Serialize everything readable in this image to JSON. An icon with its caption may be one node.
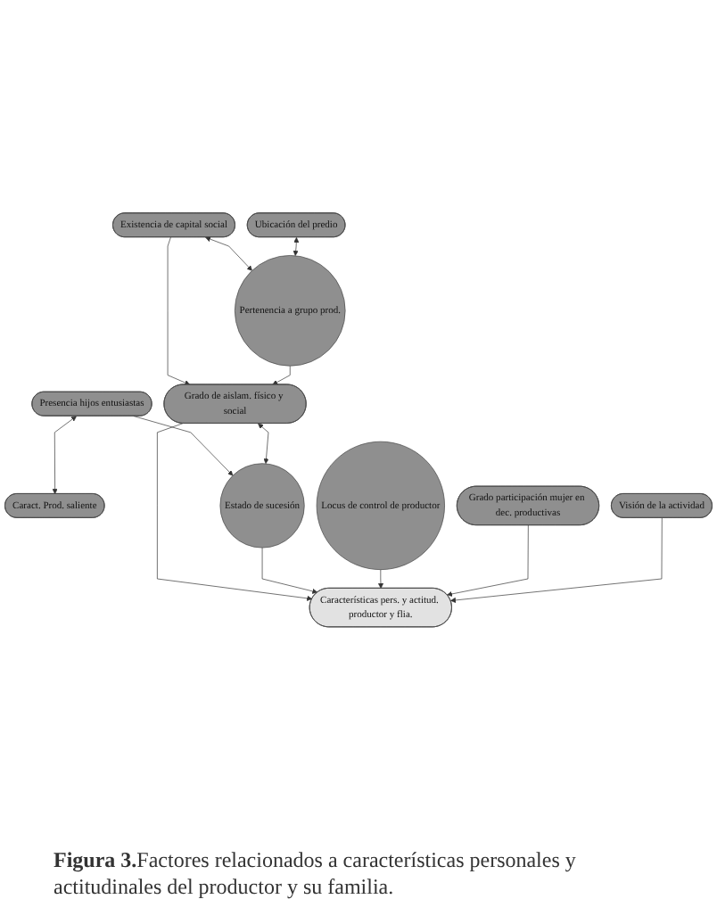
{
  "diagram": {
    "caption": "**Figura 3.**Factores relacionados a características personales y actitudinales del productor y su familia.",
    "nodes": [
      {
        "text": [
          "Existencia de capital social"
        ]
      },
      {
        "text": [
          "Pertenencia a grupo prod."
        ]
      },
      {
        "text": [
          "Ubicación del predio"
        ]
      },
      {
        "text": [
          "Presencia hijos entusiastas"
        ]
      },
      {
        "text": [
          "Caract. Prod. saliente"
        ]
      },
      {
        "text": [
          "Grado de aislam. físico y social"
        ]
      },
      {
        "text": [
          "Estado de sucesión"
        ]
      },
      {
        "text": [
          "Locus de control de productor"
        ]
      },
      {
        "text": [
          "Características pers. y actitud. productor y flia."
        ]
      },
      {
        "text": [
          "Grado participación mujer en dec. productivas"
        ]
      },
      {
        "text": [
          "Visión de la actividad"
        ]
      }
    ],
    "edges": [
      {
        "from": 0,
        "to": 1,
        "arrow": "both"
      },
      {
        "from": 2,
        "to": 1,
        "arrow": "both"
      },
      {
        "from": 3,
        "to": 4,
        "arrow": "both"
      },
      {
        "from": 0,
        "to": 5,
        "arrow": "to"
      },
      {
        "from": 1,
        "to": 5,
        "arrow": "to"
      },
      {
        "from": 3,
        "to": 6,
        "arrow": "to"
      },
      {
        "from": 5,
        "to": 6,
        "arrow": "both"
      },
      {
        "from": 5,
        "to": 8,
        "arrow": "to"
      },
      {
        "from": 6,
        "to": 8,
        "arrow": "to"
      },
      {
        "from": 7,
        "to": 8,
        "arrow": "to"
      },
      {
        "from": 9,
        "to": 8,
        "arrow": "to"
      },
      {
        "from": 10,
        "to": 8,
        "arrow": "to"
      }
    ]
  }
}
